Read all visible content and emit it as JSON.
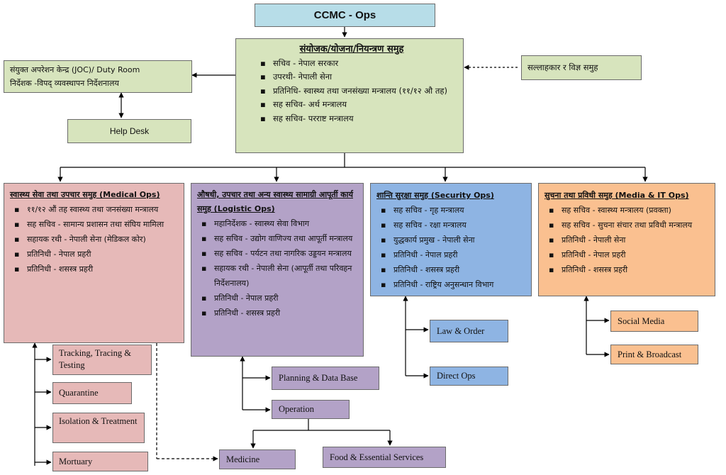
{
  "colors": {
    "top": "#b7dde8",
    "green": "#d7e4bd",
    "pink": "#e6b9b8",
    "purple": "#b3a2c7",
    "blue": "#8eb4e3",
    "orange": "#fac090"
  },
  "top": "CCMC - Ops",
  "coord": {
    "title": "संयोजक/योजना/नियन्त्रण समुह",
    "items": [
      "सचिव - नेपाल सरकार",
      "उपरथी- नेपाली सेना",
      "प्रतिनिधि- स्वास्थ्य तथा जनसंख्या मन्त्रालय (११/१२ औ तह)",
      "सह सचिव- अर्थ मन्त्रालय",
      "सह सचिव- परराष्ट मन्त्रालय"
    ]
  },
  "joc": {
    "line1": "संयुक्त अपरेशन केन्द्र (JOC)/ Duty Room",
    "line2": "निर्देशक -विपद् व्यवस्थापन निर्देशनालय"
  },
  "help_desk": "Help Desk",
  "advisory": "सल्लाहकार र विज्ञ समुह",
  "medical": {
    "title": "स्वास्थ्य सेवा तथा उपचार समुह  (Medical Ops)",
    "items": [
      "११/१२ औं तह स्वास्थ्य तथा जनसंख्या मन्त्रालय",
      "सह सचिव - सामान्य प्रशासन तथा संघिय मामिला",
      "सहायक रथी - नेपाली सेना (मेडिकल कोर)",
      "प्रतिनिधी - नेपाल प्रहरी",
      "प्रतिनिधी - शसस्त्र प्रहरी"
    ],
    "subs": [
      "Tracking, Tracing & Testing",
      "Quarantine",
      "Isolation & Treatment",
      "Mortuary"
    ]
  },
  "logistic": {
    "title": "औषधी, उपचार तथा अन्य स्वास्थ्य सामाग्री आपूर्ती  कार्य समुह (Logistic Ops)",
    "items": [
      "महानिर्देशक - स्वास्थ्य सेवा विभाग",
      "सह सचिव - उद्योग वाणिज्य तथा आपूर्ती मन्त्रालय",
      "सह सचिव - पर्यटन तथा नागरिक उड्डयन मन्त्रालय",
      "सहायक रथी - नेपाली सेना (आपूर्ती तथा परिवहन निर्देशनालय)",
      "प्रतिनिधी - नेपाल प्रहरी",
      "प्रतिनिधी - शसस्त्र प्रहरी"
    ],
    "subs": [
      "Planning & Data Base",
      "Operation",
      "Medicine",
      "Food & Essential Services"
    ]
  },
  "security": {
    "title": "शान्ति सुरक्षा  समुह  (Security Ops)",
    "items": [
      "सह सचिव - गृह मन्त्रालय",
      "सह सचिव - रक्षा मन्त्रालय",
      "युद्धकार्य प्रमुख - नेपाली सेना",
      "प्रतिनिधी - नेपाल प्रहरी",
      "प्रतिनिधी - शसस्त्र प्रहरी",
      "प्रतिनिधी - राष्ट्रिय अनुसन्धान विभाग"
    ],
    "subs": [
      "Law & Order",
      "Direct Ops"
    ]
  },
  "media": {
    "title": "सुचना तथा प्रविधी समुह  (Media & IT Ops)",
    "items": [
      "सह सचिव - स्वास्थ्य मन्त्रालय (प्रवक्ता)",
      "सह सचिव - सुचना संचार तथा प्रविधी मन्त्रालय",
      "प्रतिनिधी - नेपाली सेना",
      "प्रतिनिधी - नेपाल प्रहरी",
      "प्रतिनिधी - शसस्त्र प्रहरी"
    ],
    "subs": [
      "Social Media",
      "Print & Broadcast"
    ]
  }
}
